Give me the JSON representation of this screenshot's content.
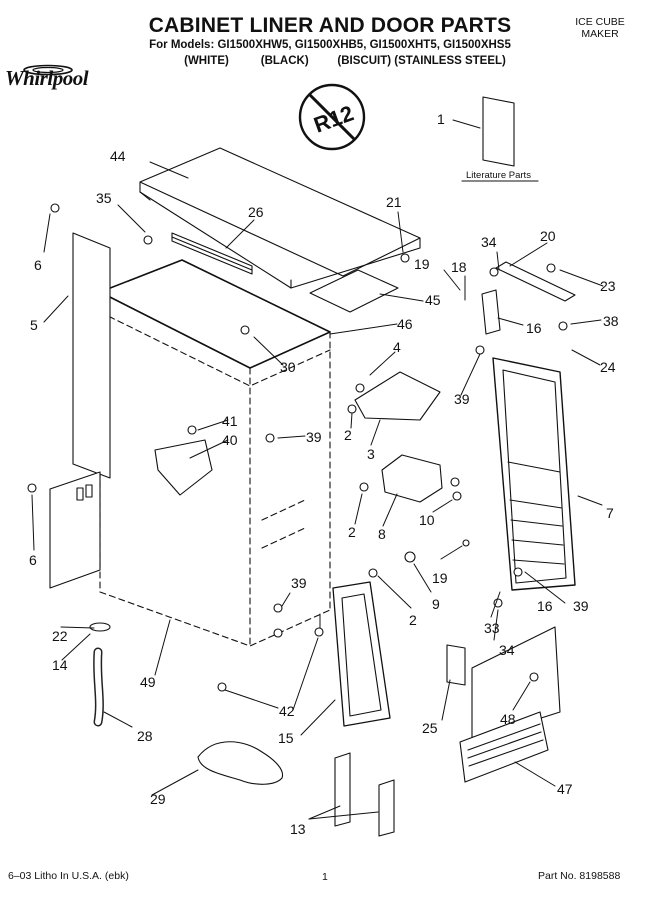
{
  "header": {
    "title": "CABINET LINER AND DOOR PARTS",
    "models": "For Models: GI1500XHW5, GI1500XHB5, GI1500XHT5, GI1500XHS5",
    "colors": "(WHITE)          (BLACK)         (BISCUIT) (STAINLESS STEEL)",
    "category_line1": "ICE CUBE",
    "category_line2": "MAKER",
    "brand": "Whirlpool",
    "r12_mark": "R12"
  },
  "literature_label": "Literature Parts",
  "callouts": [
    {
      "id": "c1",
      "text": "1"
    },
    {
      "id": "c44",
      "text": "44"
    },
    {
      "id": "c35",
      "text": "35"
    },
    {
      "id": "c26",
      "text": "26"
    },
    {
      "id": "c21",
      "text": "21"
    },
    {
      "id": "c6a",
      "text": "6"
    },
    {
      "id": "c5",
      "text": "5"
    },
    {
      "id": "c34a",
      "text": "34"
    },
    {
      "id": "c20",
      "text": "20"
    },
    {
      "id": "c18",
      "text": "18"
    },
    {
      "id": "c19a",
      "text": "19"
    },
    {
      "id": "c23",
      "text": "23"
    },
    {
      "id": "c45",
      "text": "45"
    },
    {
      "id": "c46",
      "text": "46"
    },
    {
      "id": "c16a",
      "text": "16"
    },
    {
      "id": "c38",
      "text": "38"
    },
    {
      "id": "c30",
      "text": "30"
    },
    {
      "id": "c4",
      "text": "4"
    },
    {
      "id": "c24",
      "text": "24"
    },
    {
      "id": "c39a",
      "text": "39"
    },
    {
      "id": "c41",
      "text": "41"
    },
    {
      "id": "c2a",
      "text": "2"
    },
    {
      "id": "c40",
      "text": "40"
    },
    {
      "id": "c39b",
      "text": "39"
    },
    {
      "id": "c3",
      "text": "3"
    },
    {
      "id": "c2b",
      "text": "2"
    },
    {
      "id": "c8",
      "text": "8"
    },
    {
      "id": "c10",
      "text": "10"
    },
    {
      "id": "c7",
      "text": "7"
    },
    {
      "id": "c6b",
      "text": "6"
    },
    {
      "id": "c19b",
      "text": "19"
    },
    {
      "id": "c9",
      "text": "9"
    },
    {
      "id": "c39c",
      "text": "39"
    },
    {
      "id": "c16b",
      "text": "16"
    },
    {
      "id": "c39d",
      "text": "39"
    },
    {
      "id": "c2c",
      "text": "2"
    },
    {
      "id": "c22",
      "text": "22"
    },
    {
      "id": "c33",
      "text": "33"
    },
    {
      "id": "c14",
      "text": "14"
    },
    {
      "id": "c34b",
      "text": "34"
    },
    {
      "id": "c49",
      "text": "49"
    },
    {
      "id": "c42",
      "text": "42"
    },
    {
      "id": "c25",
      "text": "25"
    },
    {
      "id": "c48",
      "text": "48"
    },
    {
      "id": "c28",
      "text": "28"
    },
    {
      "id": "c15",
      "text": "15"
    },
    {
      "id": "c47",
      "text": "47"
    },
    {
      "id": "c29",
      "text": "29"
    },
    {
      "id": "c13",
      "text": "13"
    }
  ],
  "footer": {
    "left": "6–03 Litho In U.S.A. (ebk)",
    "center": "1",
    "right": "Part No. 8198588"
  }
}
